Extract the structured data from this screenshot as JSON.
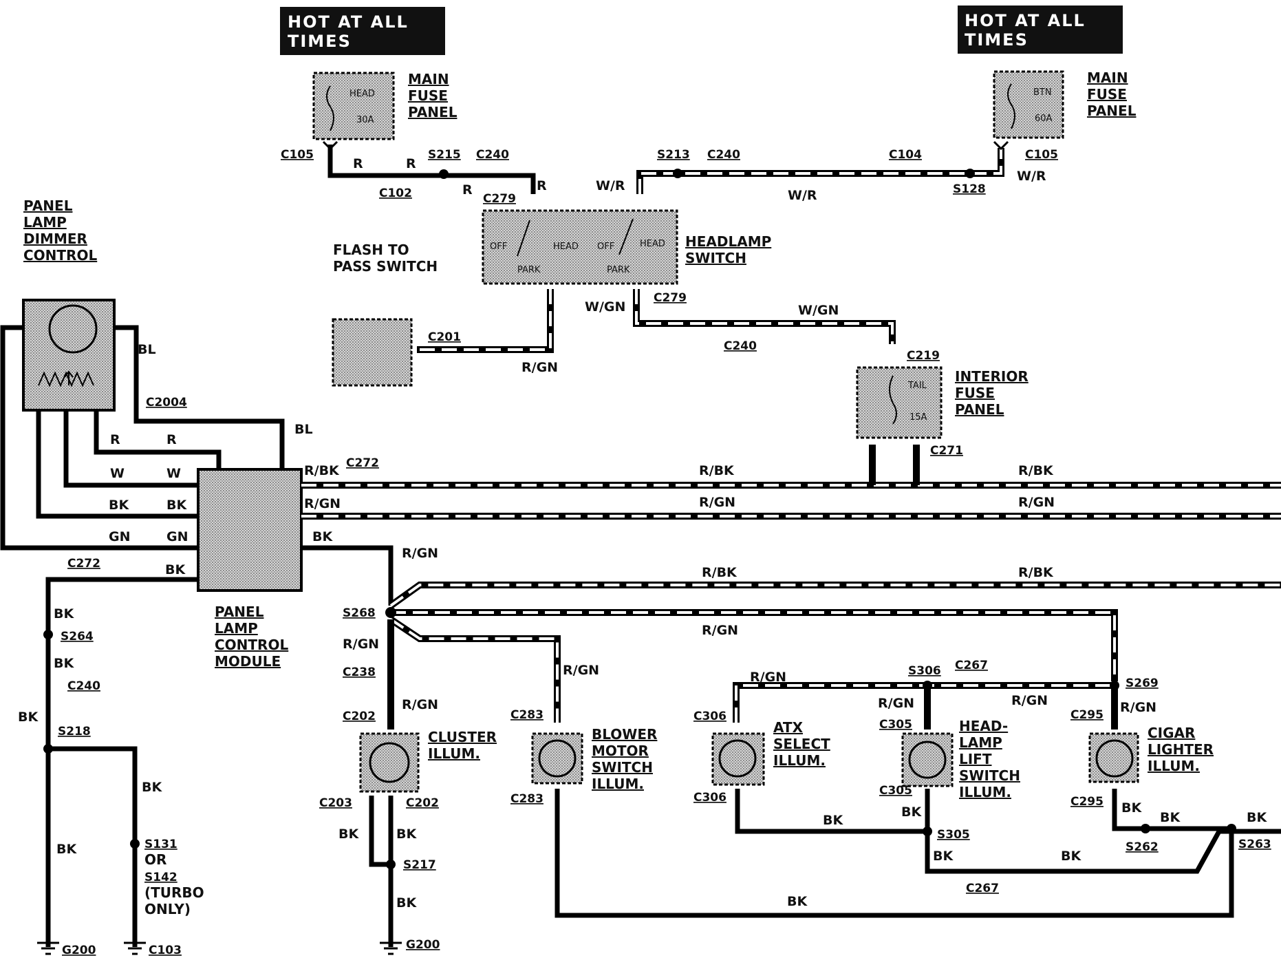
{
  "hot_labels": [
    "HOT AT ALL",
    "TIMES"
  ],
  "components": {
    "main_fuse_left": [
      "MAIN",
      "FUSE",
      "PANEL"
    ],
    "main_fuse_right": [
      "MAIN",
      "FUSE",
      "PANEL"
    ],
    "fuse_head": [
      "HEAD",
      "30A"
    ],
    "fuse_btn": [
      "BTN",
      "60A"
    ],
    "panel_lamp_dimmer": [
      "PANEL",
      "LAMP",
      "DIMMER",
      "CONTROL"
    ],
    "flash_to_pass": [
      "FLASH TO",
      "PASS SWITCH"
    ],
    "headlamp_switch": [
      "HEADLAMP",
      "SWITCH"
    ],
    "switch_positions": [
      "OFF",
      "HEAD",
      "PARK",
      "OFF",
      "HEAD",
      "PARK"
    ],
    "interior_fuse": [
      "INTERIOR",
      "FUSE",
      "PANEL"
    ],
    "fuse_tail": [
      "TAIL",
      "15A"
    ],
    "panel_lamp_module": [
      "PANEL",
      "LAMP",
      "CONTROL",
      "MODULE"
    ],
    "cluster_illum": [
      "CLUSTER",
      "ILLUM."
    ],
    "blower_illum": [
      "BLOWER",
      "MOTOR",
      "SWITCH",
      "ILLUM."
    ],
    "atx_illum": [
      "ATX",
      "SELECT",
      "ILLUM."
    ],
    "headlamp_lift_illum": [
      "HEAD-",
      "LAMP",
      "LIFT",
      "SWITCH",
      "ILLUM."
    ],
    "cigar_illum": [
      "CIGAR",
      "LIGHTER",
      "ILLUM."
    ],
    "s131_note": [
      "S131",
      "OR",
      "S142",
      "(TURBO",
      "ONLY)"
    ]
  },
  "connectors": {
    "c105a": "C105",
    "c102": "C102",
    "s215": "S215",
    "c240a": "C240",
    "c279a": "C279",
    "s213": "S213",
    "c240b": "C240",
    "c104": "C104",
    "s128": "S128",
    "c105b": "C105",
    "c201": "C201",
    "c279b": "C279",
    "c240c": "C240",
    "c219": "C219",
    "c271": "C271",
    "c2004": "C2004",
    "c272a": "C272",
    "c272b": "C272",
    "s264": "S264",
    "c240d": "C240",
    "s218": "S218",
    "g200a": "G200",
    "c103": "C103",
    "s268": "S268",
    "c238": "C238",
    "c202a": "C202",
    "c203": "C203",
    "c202b": "C202",
    "s217": "S217",
    "g200b": "G200",
    "c283a": "C283",
    "c283b": "C283",
    "c306a": "C306",
    "c306b": "C306",
    "s306": "S306",
    "c267a": "C267",
    "s269": "S269",
    "c305a": "C305",
    "c305b": "C305",
    "s305": "S305",
    "c267b": "C267",
    "c295a": "C295",
    "c295b": "C295",
    "s262": "S262",
    "s263": "S263"
  },
  "wires": {
    "r": "R",
    "w_r": "W/R",
    "w_gn": "W/GN",
    "r_gn": "R/GN",
    "r_bk": "R/BK",
    "bl": "BL",
    "w": "W",
    "bk": "BK",
    "gn": "GN"
  }
}
